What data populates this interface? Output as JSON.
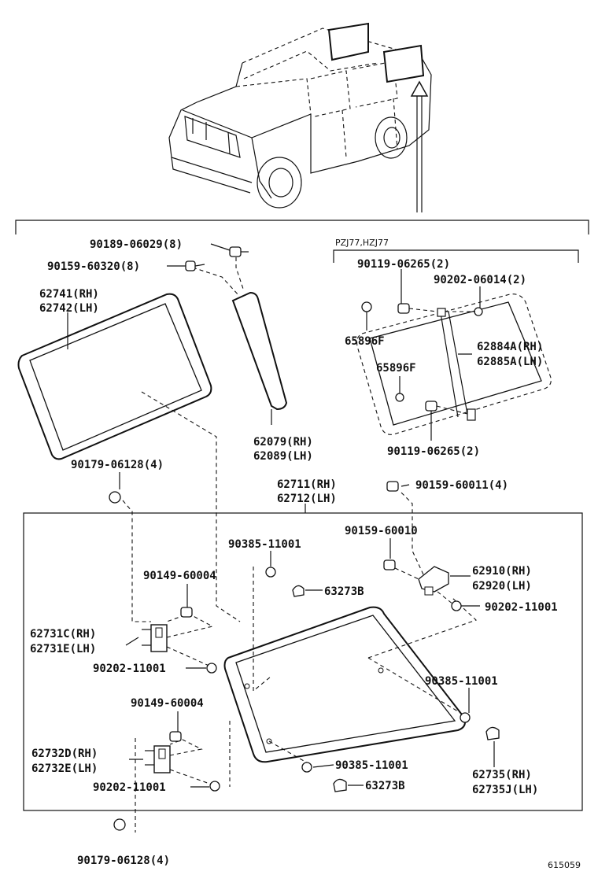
{
  "diagram_id": "615059",
  "variant_label": "PZJ77,HZJ77",
  "parts": {
    "p90189": "90189-06029(8)",
    "p90159_60320": "90159-60320(8)",
    "p62741": "62741(RH)",
    "p62742": "62742(LH)",
    "p62079": "62079(RH)",
    "p62089": "62089(LH)",
    "p90119_top": "90119-06265(2)",
    "p90202_06014": "90202-06014(2)",
    "p65896f_a": "65896F",
    "p65896f_b": "65896F",
    "p62884a": "62884A(RH)",
    "p62885a": "62885A(LH)",
    "p90119_bot": "90119-06265(2)",
    "p90179_top": "90179-06128(4)",
    "p62711": "62711(RH)",
    "p62712": "62712(LH)",
    "p90159_60011": "90159-60011(4)",
    "p90159_60010": "90159-60010",
    "p90385_a": "90385-11001",
    "p62910": "62910(RH)",
    "p62920": "62920(LH)",
    "p90149_a": "90149-60004",
    "p63273b_a": "63273B",
    "p90202_11001_a": "90202-11001",
    "p62731c": "62731C(RH)",
    "p62731e": "62731E(LH)",
    "p90202_11001_b": "90202-11001",
    "p90385_b": "90385-11001",
    "p90149_b": "90149-60004",
    "p62732d": "62732D(RH)",
    "p62732e": "62732E(LH)",
    "p90385_c": "90385-11001",
    "p90202_11001_c": "90202-11001",
    "p63273b_b": "63273B",
    "p62735": "62735(RH)",
    "p62735j": "62735J(LH)",
    "p90179_bot": "90179-06128(4)"
  }
}
